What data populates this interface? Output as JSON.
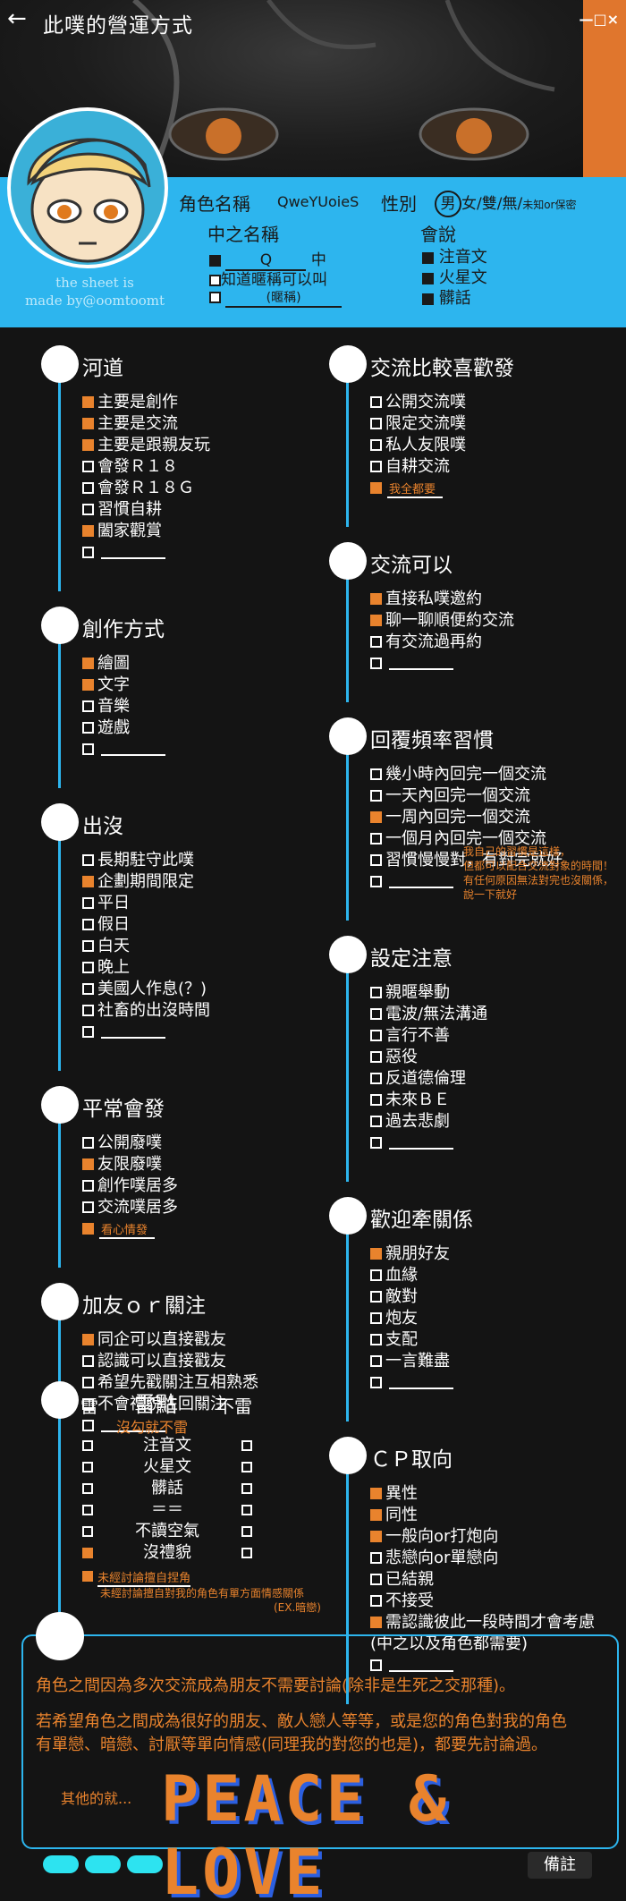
{
  "header": {
    "back_icon": "←",
    "title": "此噗的營運方式",
    "window_controls": "—□×"
  },
  "profile": {
    "char_name_label": "角色名稱",
    "char_name_value": "QweYUoieS",
    "gender_label": "性別",
    "gender_selected": "男",
    "gender_rest": "女/雙/無/",
    "gender_unknown": "未知or保密",
    "chinese_name_label": "中之名稱",
    "chinese_name_value": "Q",
    "chinese_name_suffix": "中",
    "nickname_ok": "知道暱稱可以叫",
    "nickname_hint": "(暱稱)",
    "speaks_label": "會說",
    "languages": [
      "注音文",
      "火星文",
      "髒話"
    ],
    "credit_line1": "the sheet is",
    "credit_line2": "made by@oomtoomt"
  },
  "sections_left": [
    {
      "title": "河道",
      "items": [
        {
          "label": "主要是創作",
          "checked": true
        },
        {
          "label": "主要是交流",
          "checked": true
        },
        {
          "label": "主要是跟親友玩",
          "checked": true
        },
        {
          "label": "會發Ｒ１８",
          "checked": false
        },
        {
          "label": "會發Ｒ１８Ｇ",
          "checked": false
        },
        {
          "label": "習慣自耕",
          "checked": false
        },
        {
          "label": "闔家觀賞",
          "checked": true
        },
        {
          "label": "",
          "checked": false,
          "blank": true
        }
      ]
    },
    {
      "title": "創作方式",
      "items": [
        {
          "label": "繪圖",
          "checked": true
        },
        {
          "label": "文字",
          "checked": true
        },
        {
          "label": "音樂",
          "checked": false
        },
        {
          "label": "遊戲",
          "checked": false
        },
        {
          "label": "",
          "checked": false,
          "blank": true
        }
      ]
    },
    {
      "title": "出沒",
      "items": [
        {
          "label": "長期駐守此噗",
          "checked": false
        },
        {
          "label": "企劃期間限定",
          "checked": true
        },
        {
          "label": "平日",
          "checked": false
        },
        {
          "label": "假日",
          "checked": false
        },
        {
          "label": "白天",
          "checked": false
        },
        {
          "label": "晚上",
          "checked": false
        },
        {
          "label": "美國人作息(？)",
          "checked": false
        },
        {
          "label": "社畜的出沒時間",
          "checked": false
        },
        {
          "label": "",
          "checked": false,
          "blank": true
        }
      ]
    },
    {
      "title": "平常會發",
      "items": [
        {
          "label": "公開廢噗",
          "checked": false
        },
        {
          "label": "友限廢噗",
          "checked": true
        },
        {
          "label": "創作噗居多",
          "checked": false
        },
        {
          "label": "交流噗居多",
          "checked": false
        },
        {
          "label": "看心情發",
          "checked": true,
          "orange": true
        }
      ]
    },
    {
      "title": "加友ｏｒ關注",
      "items": [
        {
          "label": "同企可以直接戳友",
          "checked": true
        },
        {
          "label": "認識可以直接戳友",
          "checked": false
        },
        {
          "label": "希望先戳關注互相熟悉",
          "checked": false
        },
        {
          "label": "不會禮貌性回關注",
          "checked": false
        },
        {
          "label": "",
          "checked": false,
          "blank": true
        }
      ]
    }
  ],
  "sections_right": [
    {
      "title": "交流比較喜歡發",
      "items": [
        {
          "label": "公開交流噗",
          "checked": false
        },
        {
          "label": "限定交流噗",
          "checked": false
        },
        {
          "label": "私人友限噗",
          "checked": false
        },
        {
          "label": "自耕交流",
          "checked": false
        },
        {
          "label": "我全都要",
          "checked": true,
          "orange": true
        }
      ]
    },
    {
      "title": "交流可以",
      "items": [
        {
          "label": "直接私噗邀約",
          "checked": true
        },
        {
          "label": "聊一聊順便約交流",
          "checked": true
        },
        {
          "label": "有交流過再約",
          "checked": false
        },
        {
          "label": "",
          "checked": false,
          "blank": true
        }
      ]
    },
    {
      "title": "回覆頻率習慣",
      "items": [
        {
          "label": "幾小時內回完一個交流",
          "checked": false
        },
        {
          "label": "一天內回完一個交流",
          "checked": false
        },
        {
          "label": "一周內回完一個交流",
          "checked": true
        },
        {
          "label": "一個月內回完一個交流",
          "checked": false
        },
        {
          "label": "習慣慢慢對，有對完就好",
          "checked": false
        },
        {
          "label": "",
          "checked": false,
          "blank": true
        }
      ]
    },
    {
      "title": "設定注意",
      "items": [
        {
          "label": "親暱舉動",
          "checked": false
        },
        {
          "label": "電波/無法溝通",
          "checked": false
        },
        {
          "label": "言行不善",
          "checked": false
        },
        {
          "label": "惡役",
          "checked": false
        },
        {
          "label": "反道德倫理",
          "checked": false
        },
        {
          "label": "未來ＢＥ",
          "checked": false
        },
        {
          "label": "過去悲劇",
          "checked": false
        },
        {
          "label": "",
          "checked": false,
          "blank": true
        }
      ]
    },
    {
      "title": "歡迎牽關係",
      "items": [
        {
          "label": "親朋好友",
          "checked": true
        },
        {
          "label": "血緣",
          "checked": false
        },
        {
          "label": "敵對",
          "checked": false
        },
        {
          "label": "炮友",
          "checked": false
        },
        {
          "label": "支配",
          "checked": false
        },
        {
          "label": "一言難盡",
          "checked": false
        },
        {
          "label": "",
          "checked": false,
          "blank": true
        }
      ]
    },
    {
      "title": "ＣＰ取向",
      "items": [
        {
          "label": "異性",
          "checked": true
        },
        {
          "label": "同性",
          "checked": true
        },
        {
          "label": "一般向or打炮向",
          "checked": true
        },
        {
          "label": "悲戀向or單戀向",
          "checked": false
        },
        {
          "label": "已結親",
          "checked": false
        },
        {
          "label": "不接受",
          "checked": false
        },
        {
          "label": "需認識彼此一段時間才會考慮",
          "checked": true
        },
        {
          "label": "(中之以及角色都需要)",
          "checked": false,
          "nobox": true
        },
        {
          "label": "",
          "checked": false,
          "blank": true
        }
      ]
    }
  ],
  "reply_note": [
    "我自己的習慣是這樣，",
    "但都可以配合交流對象的時間！",
    "有任何原因無法對完也沒關係，",
    "說一下就好"
  ],
  "landmines": {
    "left_label": "雷",
    "title": "雷點",
    "right_label": "不雷",
    "subtitle": "沒勾就不雷",
    "rows": [
      {
        "label": "注音文",
        "left": false,
        "right": false
      },
      {
        "label": "火星文",
        "left": false,
        "right": false
      },
      {
        "label": "髒話",
        "left": false,
        "right": false
      },
      {
        "label": "＝＝",
        "left": false,
        "right": false
      },
      {
        "label": "不讀空氣",
        "left": false,
        "right": false
      },
      {
        "label": "沒禮貌",
        "left": true,
        "right": false
      }
    ],
    "extra_label": "未經討論擅自捏角",
    "extra_line2": "未經討論擅自對我的角色有單方面情感關係",
    "extra_line3": "(EX.暗戀)"
  },
  "footer": {
    "para1": "角色之間因為多次交流成為朋友不需要討論(除非是生死之交那種)。",
    "para2_line1": "若希望角色之間成為很好的朋友、敵人戀人等等，或是您的角色對我的角色",
    "para2_line2": "有單戀、暗戀、討厭等單向情感(同理我的對您的也是)，都要先討論過。",
    "others_label": "其他的就...",
    "slogan": "PEACE & LOVE",
    "memo_button": "備註"
  },
  "colors": {
    "accent_blue": "#2db5ee",
    "accent_orange": "#e9832d",
    "background": "#141414",
    "pill_cyan": "#2de3f0"
  }
}
